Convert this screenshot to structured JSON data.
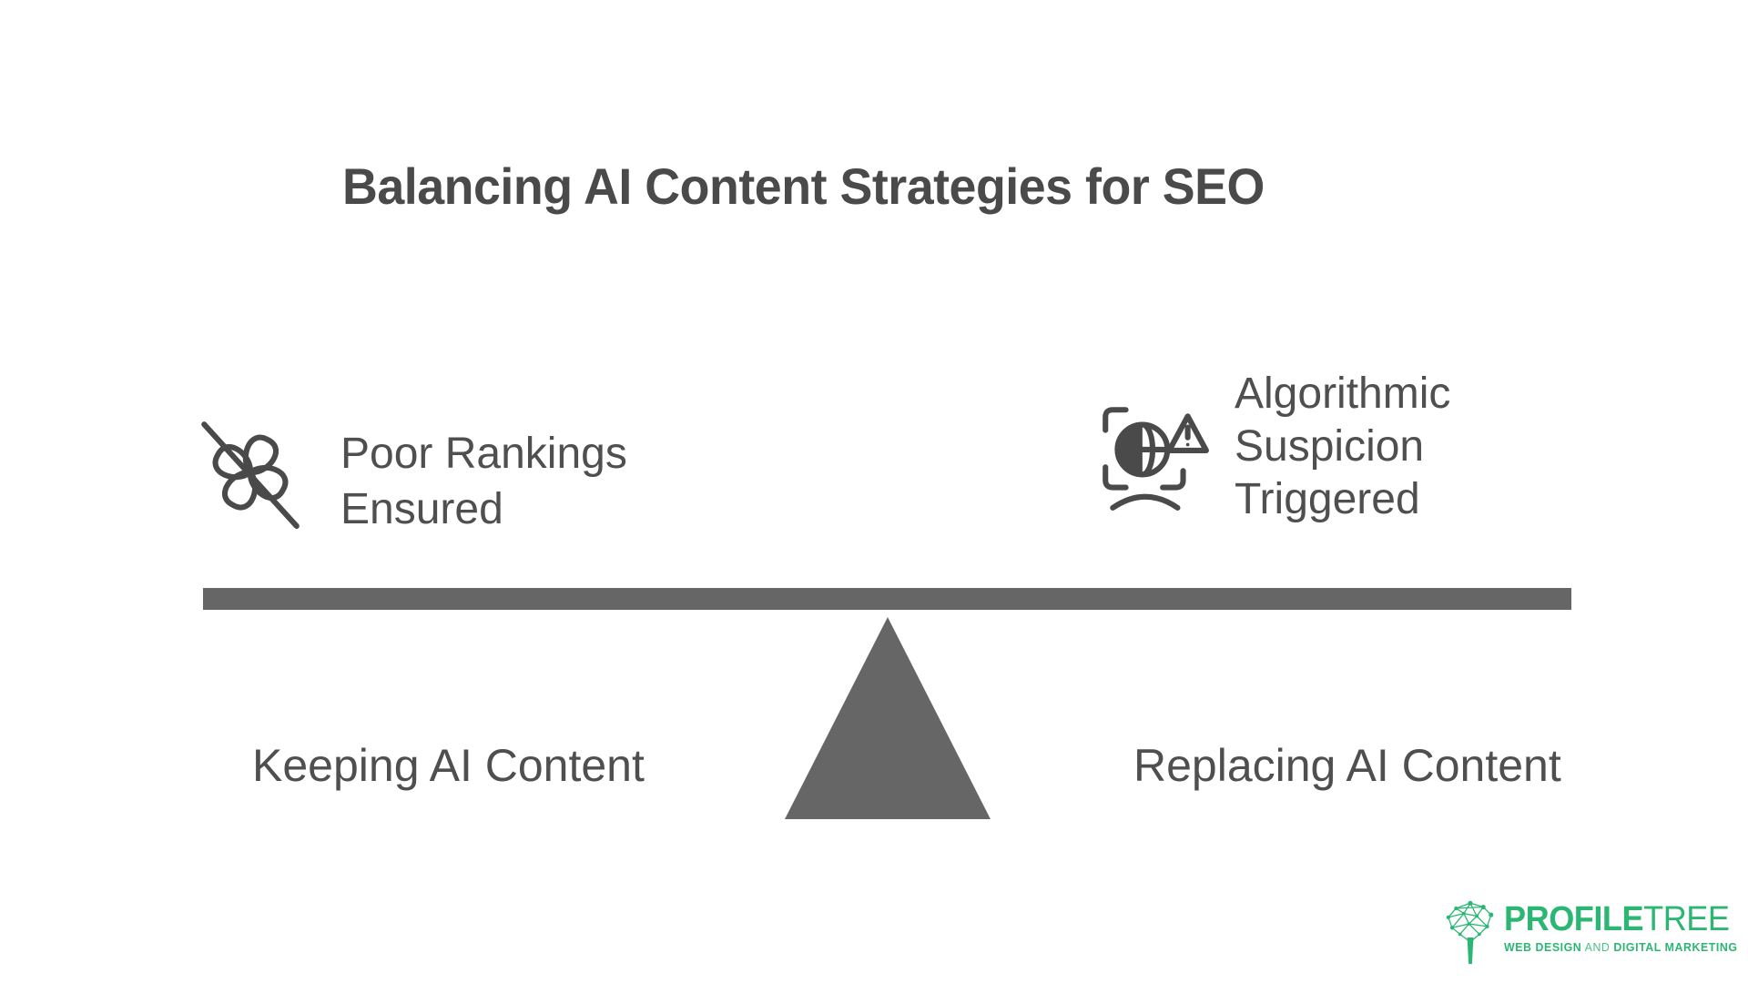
{
  "title": "Balancing AI Content Strategies for SEO",
  "balance": {
    "beam_color": "#666666",
    "left_consequence": {
      "icon": "flower-slash",
      "lines": [
        "Poor Rankings",
        "Ensured"
      ]
    },
    "right_consequence": {
      "icon": "globe-scan-warning",
      "lines": [
        "Algorithmic",
        "Suspicion",
        "Triggered"
      ]
    },
    "left_option": "Keeping AI Content",
    "right_option": "Replacing AI Content"
  },
  "logo": {
    "icon": "network-tree",
    "brand_bold": "PROFILE",
    "brand_light": "TREE",
    "tagline_bold_1": "WEB DESIGN",
    "tagline_light": "AND",
    "tagline_bold_2": "DIGITAL MARKETING",
    "brand_color": "#2bb673"
  },
  "colors": {
    "background": "#ffffff",
    "heading": "#4a4a4a",
    "body_text": "#4f4f4f",
    "shape_gray": "#666666",
    "icon_stroke": "#4a4a4a"
  }
}
